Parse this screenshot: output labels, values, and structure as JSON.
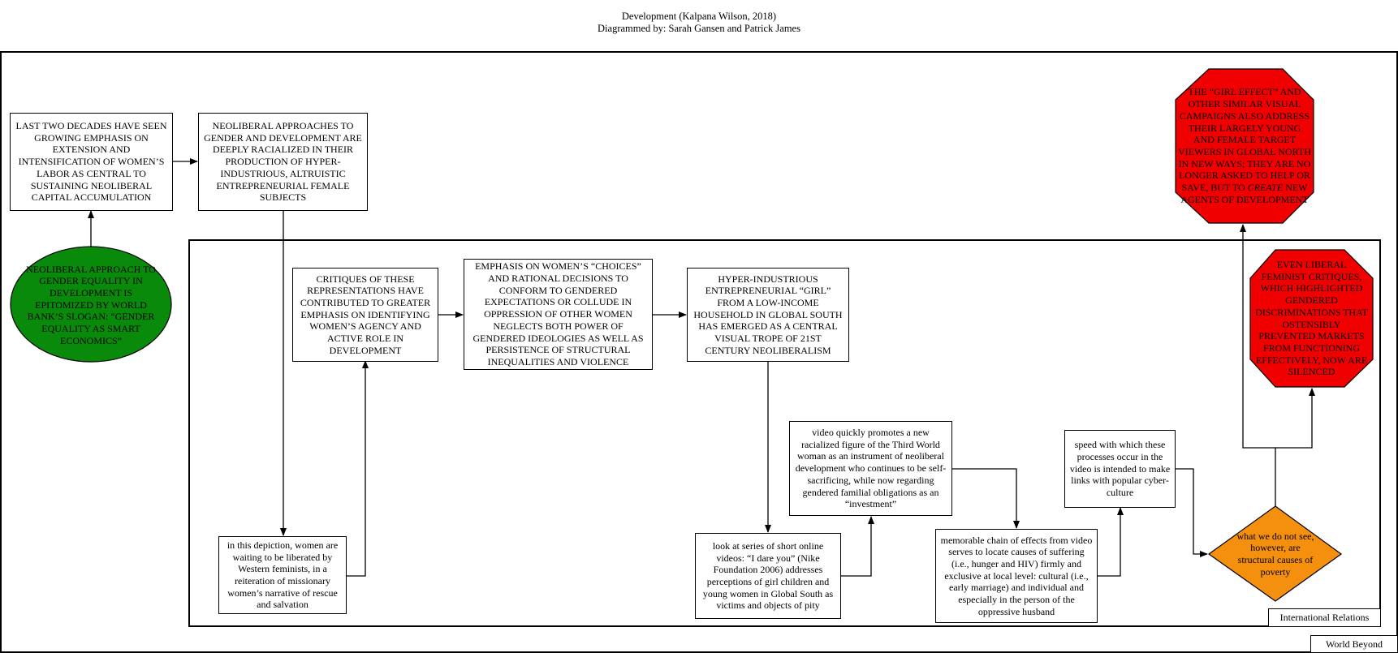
{
  "header": {
    "title": "Development (Kalpana Wilson, 2018)",
    "subtitle": "Diagrammed by: Sarah Gansen and Patrick James"
  },
  "frames": {
    "outer_label": "World Beyond",
    "inner_label": "International Relations"
  },
  "nodes": {
    "two_decades": "LAST TWO DECADES HAVE SEEN GROWING EMPHASIS ON EXTENSION AND INTENSIFICATION OF WOMEN’S LABOR AS CENTRAL TO SUSTAINING NEOLIBERAL CAPITAL ACCUMULATION",
    "racialized": "NEOLIBERAL APPROACHES TO GENDER AND DEVELOPMENT ARE DEEPLY RACIALIZED IN THEIR PRODUCTION OF HYPER-INDUSTRIOUS, ALTRUISTIC ENTREPRENEURIAL FEMALE SUBJECTS",
    "world_bank": "NEOLIBERAL APPROACH TO GENDER EQUALITY IN DEVELOPMENT IS EPITOMIZED BY WORLD BANK’S SLOGAN: “GENDER EQUALITY AS SMART ECONOMICS”",
    "critiques": "CRITIQUES OF THESE REPRESENTATIONS HAVE CONTRIBUTED TO GREATER EMPHASIS ON IDENTIFYING WOMEN’S AGENCY AND ACTIVE ROLE IN DEVELOPMENT",
    "choices": "EMPHASIS ON WOMEN’S “CHOICES” AND RATIONAL DECISIONS TO CONFORM TO GENDERED EXPECTATIONS OR COLLUDE IN OPPRESSION OF OTHER WOMEN NEGLECTS BOTH POWER OF GENDERED IDEOLOGIES AS WELL AS PERSISTENCE OF STRUCTURAL INEQUALITIES AND VIOLENCE",
    "girl_trope": "HYPER-INDUSTRIOUS ENTREPRENEURIAL “GIRL” FROM A LOW-INCOME HOUSEHOLD IN GLOBAL SOUTH HAS EMERGED AS A CENTRAL VISUAL TROPE OF 21ST CENTURY NEOLIBERALISM",
    "liberated": "in this depiction, women are waiting to be liberated by Western feminists, in a reiteration of missionary women’s narrative of rescue and salvation",
    "dare_you": "look at series of short online videos: “I dare you” (Nike Foundation 2006) addresses perceptions of girl children and young women in Global South as victims and objects of pity",
    "new_figure": "video quickly promotes a new racialized figure of the Third World woman as an instrument of neoliberal development who continues to be self-sacrificing, while now regarding gendered familial obligations as an “investment”",
    "chain_effects": "memorable chain of effects from video serves to locate causes of suffering (i.e., hunger and HIV) firmly and exclusive at local level: cultural (i.e., early marriage) and individual and especially in the person of the oppressive husband",
    "speed": "speed with which these processes occur in the video is intended to make links with popular cyber-culture",
    "not_see": "what we do not see, however, are structural causes of poverty",
    "girl_effect_a": "THE “GIRL EFFECT” AND OTHER SIMILAR VISUAL CAMPAIGNS ALSO ADDRESS THEIR LARGELY YOUNG AND FEMALE TARGET VIEWERS IN GLOBAL NORTH IN NEW WAYS; THEY ARE NO LONGER ASKED TO HELP OR SAVE, BUT TO",
    "girl_effect_em": "CREATE",
    "girl_effect_b": "NEW AGENTS OF DEVELOPMENT",
    "silenced": "EVEN LIBERAL FEMINIST CRITIQUES, WHICH HIGHLIGHTED GENDERED DISCRIMINATIONS THAT OSTENSIBLY PREVENTED MARKETS FROM FUNCTIONING EFFECTIVELY, NOW ARE SILENCED"
  },
  "colors": {
    "ellipse_fill": "#0a8a0a",
    "octagon_fill": "#f00000",
    "diamond_fill": "#f5900f",
    "stroke": "#000000"
  }
}
